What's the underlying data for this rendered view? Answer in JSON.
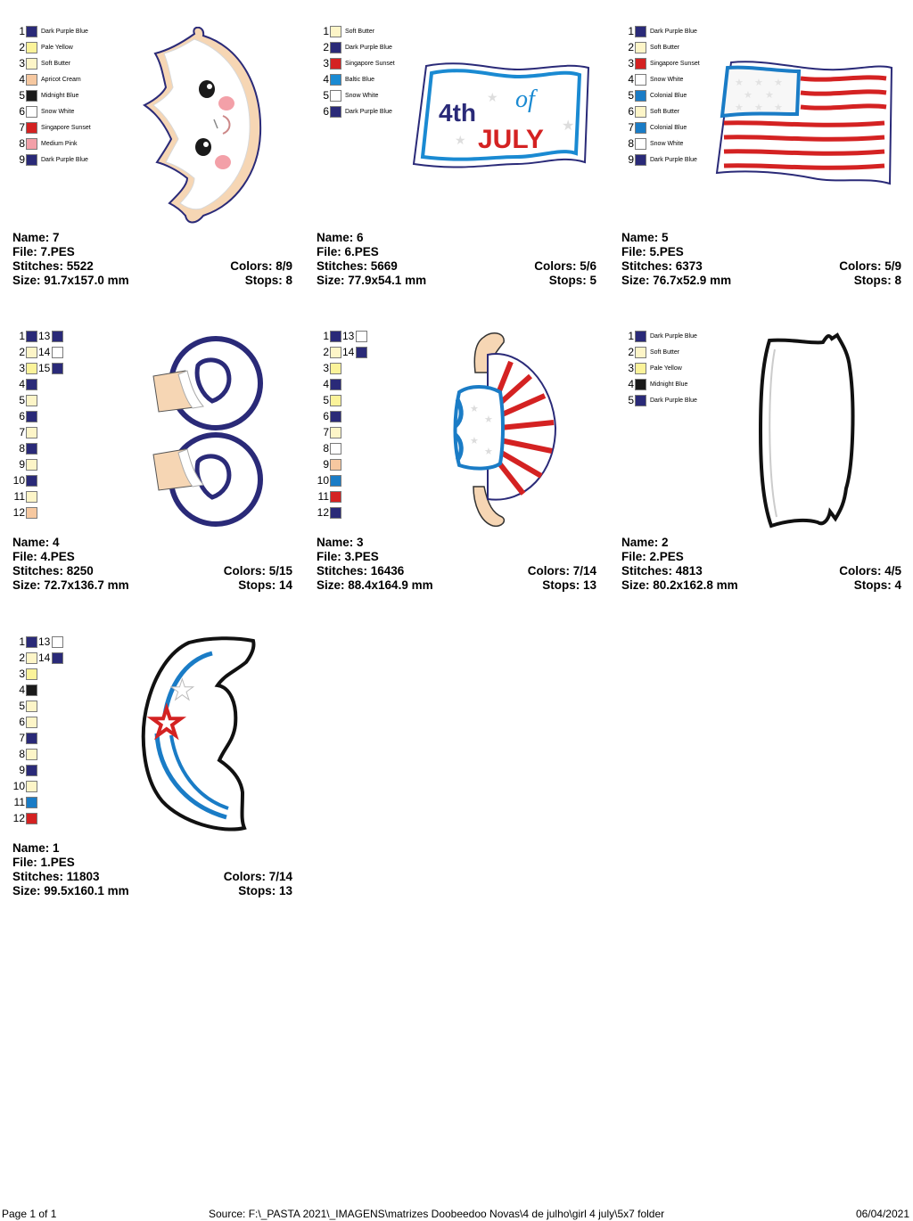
{
  "colors": {
    "dark_purple_blue": "#2a2a78",
    "pale_yellow": "#fbf39a",
    "soft_butter": "#fdf5c8",
    "apricot_cream": "#f6c8a0",
    "midnight_blue": "#1a1a1a",
    "snow_white": "#ffffff",
    "singapore_sunset": "#d42222",
    "medium_pink": "#f3a0a8",
    "baltic_blue": "#1a8ad2",
    "colonial_blue": "#1a7cc6"
  },
  "designs": [
    {
      "name_label": "Name: 7",
      "file_label": "File: 7.PES",
      "stitches_label": "Stitches: 5522",
      "colors_label": "Colors: 8/9",
      "size_label": "Size: 91.7x157.0 mm",
      "stops_label": "Stops: 8",
      "swatches": [
        {
          "num": "1",
          "color": "#2a2a78",
          "name": "Dark Purple Blue"
        },
        {
          "num": "2",
          "color": "#fbf39a",
          "name": "Pale Yellow"
        },
        {
          "num": "3",
          "color": "#fdf5c8",
          "name": "Soft Butter"
        },
        {
          "num": "4",
          "color": "#f6c8a0",
          "name": "Apricot Cream"
        },
        {
          "num": "5",
          "color": "#1a1a1a",
          "name": "Midnight Blue"
        },
        {
          "num": "6",
          "color": "#ffffff",
          "name": "Snow White"
        },
        {
          "num": "7",
          "color": "#d42222",
          "name": "Singapore Sunset"
        },
        {
          "num": "8",
          "color": "#f3a0a8",
          "name": "Medium Pink"
        },
        {
          "num": "9",
          "color": "#2a2a78",
          "name": "Dark Purple Blue"
        }
      ]
    },
    {
      "name_label": "Name: 6",
      "file_label": "File: 6.PES",
      "stitches_label": "Stitches: 5669",
      "colors_label": "Colors: 5/6",
      "size_label": "Size: 77.9x54.1 mm",
      "stops_label": "Stops: 5",
      "swatches": [
        {
          "num": "1",
          "color": "#fdf5c8",
          "name": "Soft Butter"
        },
        {
          "num": "2",
          "color": "#2a2a78",
          "name": "Dark Purple Blue"
        },
        {
          "num": "3",
          "color": "#d42222",
          "name": "Singapore Sunset"
        },
        {
          "num": "4",
          "color": "#1a8ad2",
          "name": "Baltic Blue"
        },
        {
          "num": "5",
          "color": "#ffffff",
          "name": "Snow White"
        },
        {
          "num": "6",
          "color": "#2a2a78",
          "name": "Dark Purple Blue"
        }
      ],
      "art_text_1": "4th",
      "art_text_2": "of",
      "art_text_3": "JULY"
    },
    {
      "name_label": "Name: 5",
      "file_label": "File: 5.PES",
      "stitches_label": "Stitches: 6373",
      "colors_label": "Colors: 5/9",
      "size_label": "Size: 76.7x52.9 mm",
      "stops_label": "Stops: 8",
      "swatches": [
        {
          "num": "1",
          "color": "#2a2a78",
          "name": "Dark Purple Blue"
        },
        {
          "num": "2",
          "color": "#fdf5c8",
          "name": "Soft Butter"
        },
        {
          "num": "3",
          "color": "#d42222",
          "name": "Singapore Sunset"
        },
        {
          "num": "4",
          "color": "#ffffff",
          "name": "Snow White"
        },
        {
          "num": "5",
          "color": "#1a7cc6",
          "name": "Colonial Blue"
        },
        {
          "num": "6",
          "color": "#fdf5c8",
          "name": "Soft Butter"
        },
        {
          "num": "7",
          "color": "#1a7cc6",
          "name": "Colonial Blue"
        },
        {
          "num": "8",
          "color": "#ffffff",
          "name": "Snow White"
        },
        {
          "num": "9",
          "color": "#2a2a78",
          "name": "Dark Purple Blue"
        }
      ]
    },
    {
      "name_label": "Name: 4",
      "file_label": "File: 4.PES",
      "stitches_label": "Stitches: 8250",
      "colors_label": "Colors: 5/15",
      "size_label": "Size: 72.7x136.7 mm",
      "stops_label": "Stops: 14",
      "swatches": [
        {
          "num": "1",
          "color": "#2a2a78",
          "num2": "13",
          "color2": "#2a2a78"
        },
        {
          "num": "2",
          "color": "#fdf5c8",
          "num2": "14",
          "color2": "#ffffff"
        },
        {
          "num": "3",
          "color": "#fbf39a",
          "num2": "15",
          "color2": "#2a2a78"
        },
        {
          "num": "4",
          "color": "#2a2a78"
        },
        {
          "num": "5",
          "color": "#fdf5c8"
        },
        {
          "num": "6",
          "color": "#2a2a78"
        },
        {
          "num": "7",
          "color": "#fdf5c8"
        },
        {
          "num": "8",
          "color": "#2a2a78"
        },
        {
          "num": "9",
          "color": "#fdf5c8"
        },
        {
          "num": "10",
          "color": "#2a2a78"
        },
        {
          "num": "11",
          "color": "#fdf5c8"
        },
        {
          "num": "12",
          "color": "#f6c8a0"
        }
      ]
    },
    {
      "name_label": "Name: 3",
      "file_label": "File: 3.PES",
      "stitches_label": "Stitches: 16436",
      "colors_label": "Colors: 7/14",
      "size_label": "Size: 88.4x164.9 mm",
      "stops_label": "Stops: 13",
      "swatches": [
        {
          "num": "1",
          "color": "#2a2a78",
          "num2": "13",
          "color2": "#ffffff"
        },
        {
          "num": "2",
          "color": "#fdf5c8",
          "num2": "14",
          "color2": "#2a2a78"
        },
        {
          "num": "3",
          "color": "#fbf39a"
        },
        {
          "num": "4",
          "color": "#2a2a78"
        },
        {
          "num": "5",
          "color": "#fbf39a"
        },
        {
          "num": "6",
          "color": "#2a2a78"
        },
        {
          "num": "7",
          "color": "#fdf5c8"
        },
        {
          "num": "8",
          "color": "#ffffff"
        },
        {
          "num": "9",
          "color": "#f6c8a0"
        },
        {
          "num": "10",
          "color": "#1a7cc6"
        },
        {
          "num": "11",
          "color": "#d42222"
        },
        {
          "num": "12",
          "color": "#2a2a78"
        }
      ]
    },
    {
      "name_label": "Name: 2",
      "file_label": "File: 2.PES",
      "stitches_label": "Stitches: 4813",
      "colors_label": "Colors: 4/5",
      "size_label": "Size: 80.2x162.8 mm",
      "stops_label": "Stops: 4",
      "swatches": [
        {
          "num": "1",
          "color": "#2a2a78",
          "name": "Dark Purple Blue"
        },
        {
          "num": "2",
          "color": "#fdf5c8",
          "name": "Soft Butter"
        },
        {
          "num": "3",
          "color": "#fbf39a",
          "name": "Pale Yellow"
        },
        {
          "num": "4",
          "color": "#1a1a1a",
          "name": "Midnight Blue"
        },
        {
          "num": "5",
          "color": "#2a2a78",
          "name": "Dark Purple Blue"
        }
      ]
    },
    {
      "name_label": "Name: 1",
      "file_label": "File: 1.PES",
      "stitches_label": "Stitches: 11803",
      "colors_label": "Colors: 7/14",
      "size_label": "Size: 99.5x160.1 mm",
      "stops_label": "Stops: 13",
      "swatches": [
        {
          "num": "1",
          "color": "#2a2a78",
          "num2": "13",
          "color2": "#ffffff"
        },
        {
          "num": "2",
          "color": "#fdf5c8",
          "num2": "14",
          "color2": "#2a2a78"
        },
        {
          "num": "3",
          "color": "#fbf39a"
        },
        {
          "num": "4",
          "color": "#1a1a1a"
        },
        {
          "num": "5",
          "color": "#fdf5c8"
        },
        {
          "num": "6",
          "color": "#fdf5c8"
        },
        {
          "num": "7",
          "color": "#2a2a78"
        },
        {
          "num": "8",
          "color": "#fdf5c8"
        },
        {
          "num": "9",
          "color": "#2a2a78"
        },
        {
          "num": "10",
          "color": "#fdf5c8"
        },
        {
          "num": "11",
          "color": "#1a7cc6"
        },
        {
          "num": "12",
          "color": "#d42222"
        }
      ]
    }
  ],
  "footer": {
    "page": "Page 1 of 1",
    "source": "Source: F:\\_PASTA 2021\\_IMAGENS\\matrizes Doobeedoo Novas\\4 de julho\\girl 4 july\\5x7 folder",
    "date": "06/04/2021"
  }
}
